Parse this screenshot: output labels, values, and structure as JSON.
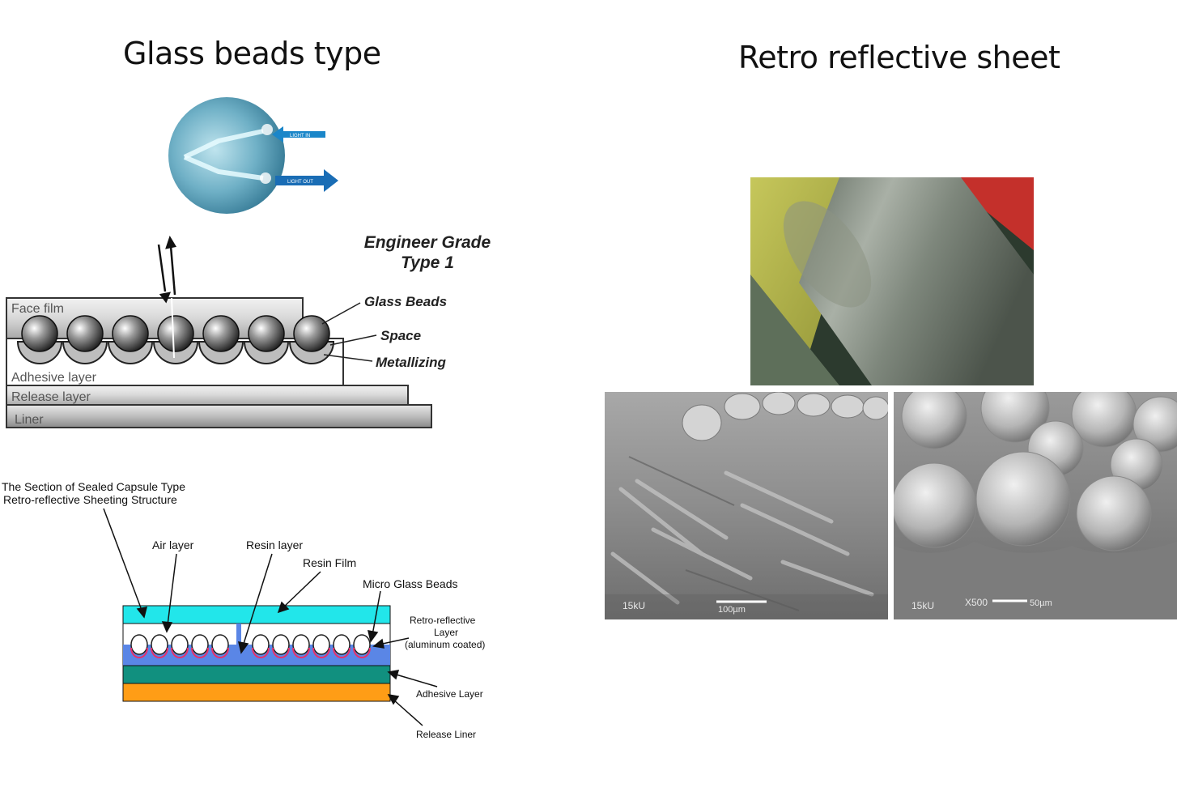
{
  "left": {
    "title": "Glass beads type",
    "bead": {
      "light_in": "LIGHT IN",
      "light_out": "LIGHT OUT"
    },
    "engineer": {
      "heading_line1": "Engineer Grade",
      "heading_line2": "Type 1",
      "face_film": "Face film",
      "adhesive_layer": "Adhesive layer",
      "release_layer": "Release layer",
      "liner": "Liner",
      "glass_beads": "Glass Beads",
      "space": "Space",
      "metallizing": "Metallizing"
    },
    "capsule": {
      "heading_line1": "The Section of Sealed Capsule Type",
      "heading_line2": "Retro-reflective Sheeting Structure",
      "air_layer": "Air layer",
      "resin_layer": "Resin layer",
      "resin_film": "Resin Film",
      "micro_glass_beads": "Micro Glass Beads",
      "retro_line1": "Retro-reflective",
      "retro_line2": "Layer",
      "retro_line3": "(aluminum coated)",
      "adhesive_layer": "Adhesive Layer",
      "release_liner": "Release Liner"
    }
  },
  "right": {
    "title": "Retro reflective sheet",
    "sem1": {
      "kv": "15kU",
      "scale": "100µm"
    },
    "sem2": {
      "kv": "15kU",
      "mag": "X500",
      "scale": "50µm"
    }
  },
  "colors": {
    "capsule_cyan": "#22e6ea",
    "capsule_blue": "#5a86e6",
    "capsule_green": "#11907f",
    "capsule_orange": "#ff9d16",
    "arrow_blue": "#1a86c9"
  }
}
